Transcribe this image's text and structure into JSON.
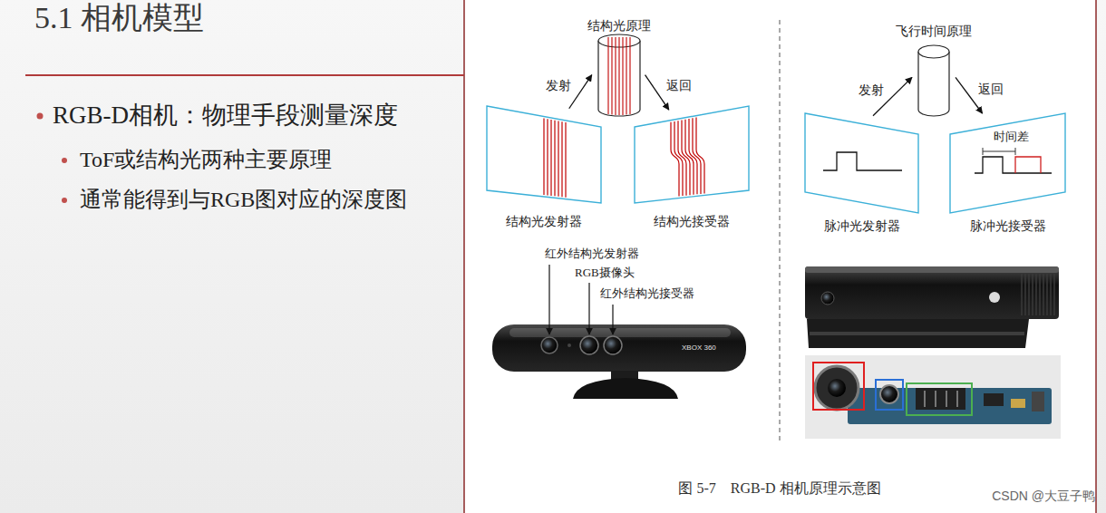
{
  "diagram": {
    "title": "5.1 相机模型",
    "caption": "图 5-7　RGB-D 相机原理示意图",
    "nodes": [
      {
        "text": [
          "结构光发射器"
        ]
      },
      {
        "text": [
          "结构光原理"
        ]
      },
      {
        "text": [
          "结构光接受器"
        ]
      },
      {
        "text": [
          "脉冲光发射器"
        ]
      },
      {
        "text": [
          "飞行时间原理"
        ]
      },
      {
        "text": [
          "时间差",
          "脉冲光接受器"
        ]
      }
    ],
    "edges": [
      {
        "from": 0,
        "to": 1,
        "arrow": "to",
        "label": "发射"
      },
      {
        "from": 1,
        "to": 2,
        "arrow": "to",
        "label": "返回"
      },
      {
        "from": 3,
        "to": 4,
        "arrow": "to",
        "label": "发射"
      },
      {
        "from": 4,
        "to": 5,
        "arrow": "to",
        "label": "返回"
      }
    ],
    "labels": [
      "RGB-D相机：物理手段测量深度",
      "ToF或结构光两种主要原理",
      "通常能得到与RGB图对应的深度图",
      "红外结构光发射器",
      "RGB摄像头",
      "红外结构光接受器",
      "XBOX 360",
      "CSDN @大豆子鸭"
    ]
  }
}
